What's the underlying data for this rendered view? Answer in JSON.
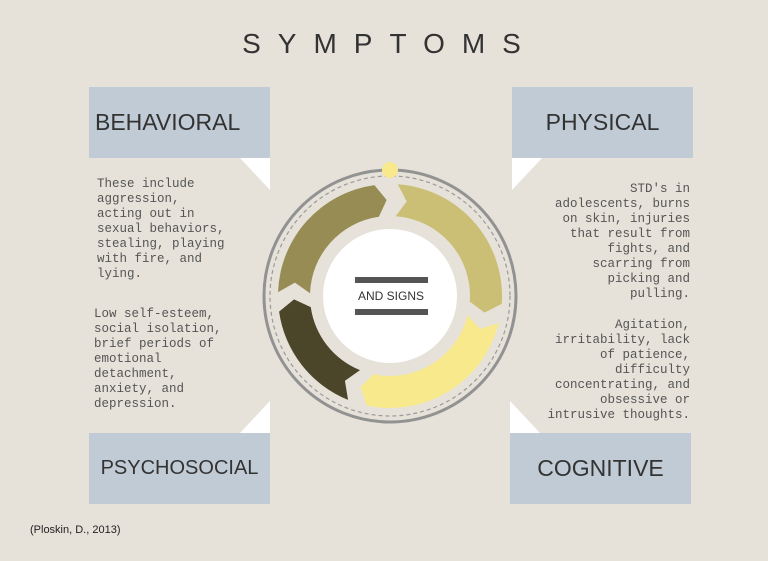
{
  "title": "SYMPTOMS",
  "center_label": "AND SIGNS",
  "categories": {
    "behavioral": "BEHAVIORAL",
    "physical": "PHYSICAL",
    "psychosocial": "PSYCHOSOCIAL",
    "cognitive": "COGNITIVE"
  },
  "text": {
    "behavioral": "These include\naggression,\nacting out in\nsexual behaviors,\nstealing, playing\nwith fire, and\nlying.",
    "psychosocial": "Low self-esteem,\nsocial isolation,\nbrief periods of\nemotional\ndetachment,\nanxiety, and\ndepression.",
    "physical": "STD's in\nadolescents, burns\non skin, injuries\nthat result from\nfights, and\nscarring from\npicking and\npulling.",
    "cognitive": "Agitation,\nirritability,  lack\nof patience,\ndifficulty\nconcentrating, and\nobsessive or\nintrusive thoughts."
  },
  "citation": "(Ploskin, D., 2013)",
  "colors": {
    "box": "#c0cbd5",
    "seg1": "#cbbf76",
    "seg2": "#f7e98c",
    "seg3": "#4b4529",
    "seg4": "#978c54",
    "dot": "#f7e98c"
  }
}
